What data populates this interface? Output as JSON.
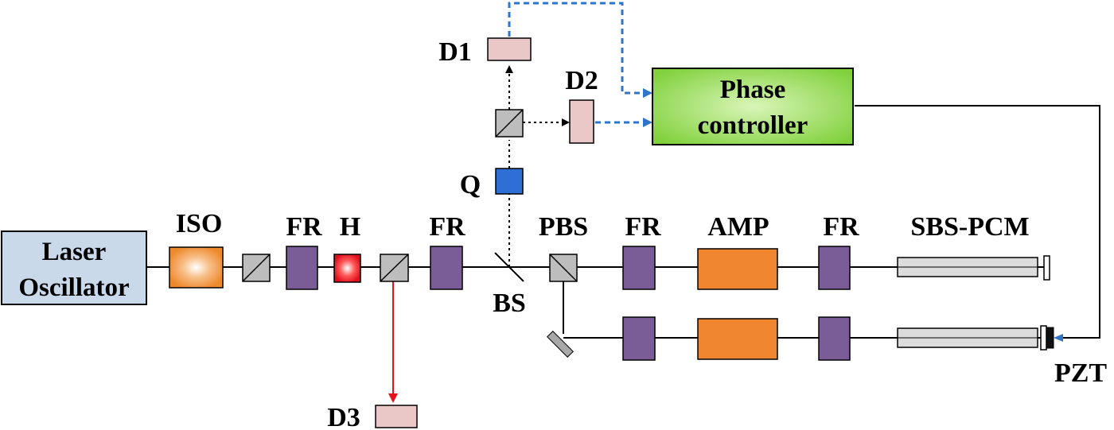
{
  "components": {
    "laser": {
      "line1": "Laser",
      "line2": "Oscillator"
    },
    "iso": "ISO",
    "fr1": "FR",
    "h": "H",
    "fr2": "FR",
    "bs": "BS",
    "q": "Q",
    "d1": "D1",
    "d2": "D2",
    "d3": "D3",
    "phase": {
      "line1": "Phase",
      "line2": "controller"
    },
    "pbs": "PBS",
    "fr3": "FR",
    "amp": "AMP",
    "fr4": "FR",
    "sbs": "SBS-PCM",
    "pzt": "PZT"
  },
  "colors": {
    "beam": "#000000",
    "d3_beam": "#e8101a",
    "feedback": "#2e75c8",
    "laser_box": "#c9d9ea",
    "iso_box": "#f08a30",
    "fr_box": "#7a5c96",
    "h_box": "#e80d20",
    "q_box": "#2e6fd6",
    "detector": "#eac8c8",
    "phase_box": "#8ed84a",
    "amp_box": "#f08730",
    "cube": "#bdbdbd",
    "sbs_tube": "#dcdcdc"
  }
}
